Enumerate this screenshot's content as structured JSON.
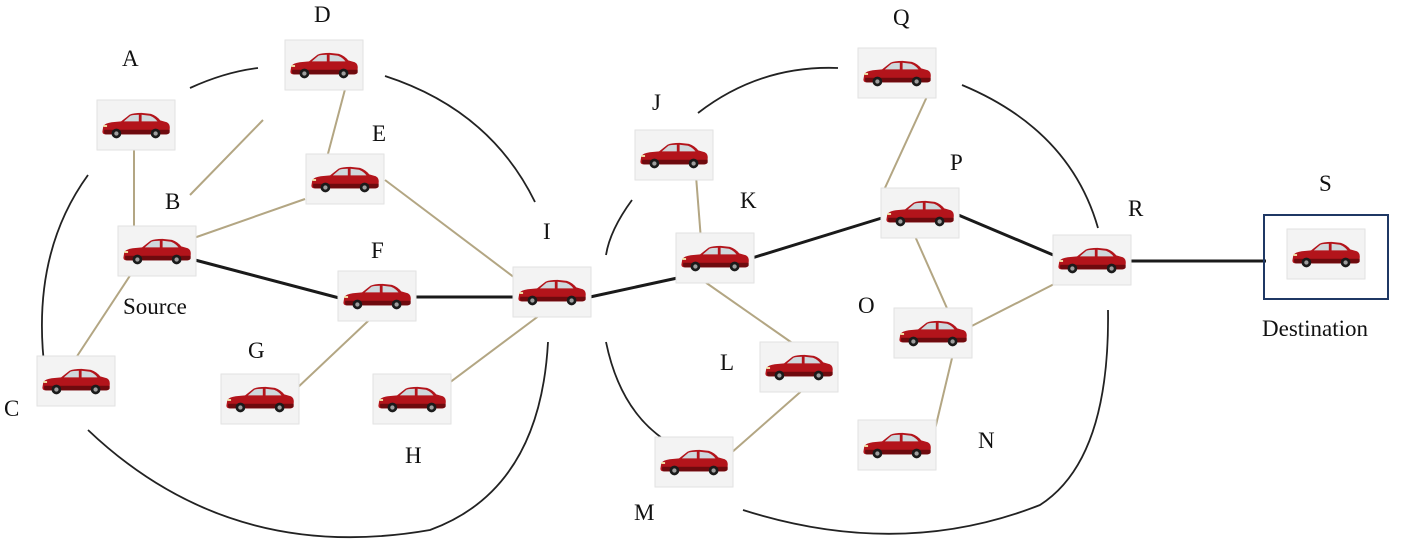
{
  "colors": {
    "car_body": "#b3141b",
    "car_dark": "#6e0a0e",
    "car_window": "#cfd8dc",
    "wheel": "#1b1b1b",
    "tan_link": "#b3a683",
    "route_link": "#1a1a1a",
    "destination_box": "#1f3864"
  },
  "icon": "car-icon",
  "nodes": [
    {
      "id": "A",
      "label": "A"
    },
    {
      "id": "B",
      "label": "B"
    },
    {
      "id": "C",
      "label": "C"
    },
    {
      "id": "D",
      "label": "D"
    },
    {
      "id": "E",
      "label": "E"
    },
    {
      "id": "F",
      "label": "F"
    },
    {
      "id": "G",
      "label": "G"
    },
    {
      "id": "H",
      "label": "H"
    },
    {
      "id": "I",
      "label": "I"
    },
    {
      "id": "J",
      "label": "J"
    },
    {
      "id": "K",
      "label": "K"
    },
    {
      "id": "L",
      "label": "L"
    },
    {
      "id": "M",
      "label": "M"
    },
    {
      "id": "N",
      "label": "N"
    },
    {
      "id": "O",
      "label": "O"
    },
    {
      "id": "P",
      "label": "P"
    },
    {
      "id": "Q",
      "label": "Q"
    },
    {
      "id": "R",
      "label": "R"
    },
    {
      "id": "S",
      "label": "S"
    }
  ],
  "roles": {
    "source_label": "Source",
    "destination_label": "Destination"
  },
  "links": [
    {
      "from": "A",
      "to": "Source",
      "kind": "neighbor"
    },
    {
      "from": "B",
      "to": "D",
      "kind": "neighbor"
    },
    {
      "from": "D",
      "to": "E",
      "kind": "neighbor"
    },
    {
      "from": "Source",
      "to": "E",
      "kind": "neighbor"
    },
    {
      "from": "Source",
      "to": "C",
      "kind": "neighbor"
    },
    {
      "from": "E",
      "to": "I",
      "kind": "neighbor"
    },
    {
      "from": "F",
      "to": "G",
      "kind": "neighbor"
    },
    {
      "from": "H",
      "to": "I",
      "kind": "neighbor"
    },
    {
      "from": "J",
      "to": "K",
      "kind": "neighbor"
    },
    {
      "from": "K",
      "to": "L",
      "kind": "neighbor"
    },
    {
      "from": "L",
      "to": "M",
      "kind": "neighbor"
    },
    {
      "from": "Q",
      "to": "P",
      "kind": "neighbor"
    },
    {
      "from": "P",
      "to": "O",
      "kind": "neighbor"
    },
    {
      "from": "O",
      "to": "R",
      "kind": "neighbor"
    },
    {
      "from": "O",
      "to": "N",
      "kind": "neighbor"
    },
    {
      "from": "Source",
      "to": "F",
      "kind": "route"
    },
    {
      "from": "F",
      "to": "I",
      "kind": "route"
    },
    {
      "from": "I",
      "to": "K",
      "kind": "route"
    },
    {
      "from": "K",
      "to": "P",
      "kind": "route"
    },
    {
      "from": "P",
      "to": "R",
      "kind": "route"
    },
    {
      "from": "R",
      "to": "S",
      "kind": "route"
    }
  ]
}
